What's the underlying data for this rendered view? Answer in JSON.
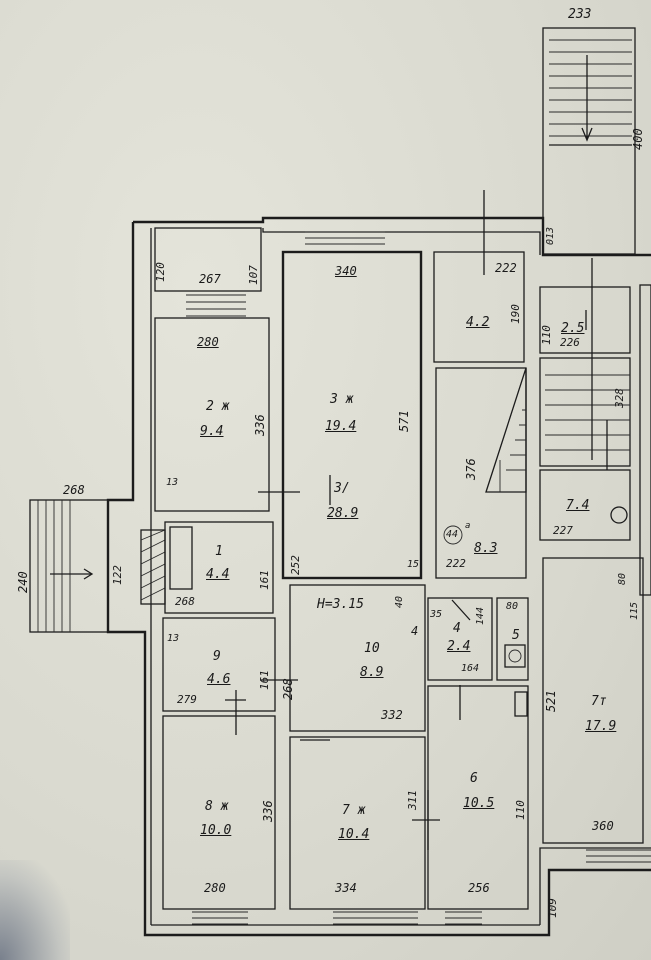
{
  "colors": {
    "paper": "#dcdcd2",
    "ink": "#1c1c1c"
  },
  "rooms": {
    "r1": {
      "num": "1",
      "area": "4.4"
    },
    "r2": {
      "num": "2 ж",
      "area": "9.4"
    },
    "r3": {
      "num": "3 ж",
      "area": "19.4"
    },
    "r3a": {
      "num": "3/",
      "area": "28.9"
    },
    "r4": {
      "num": "4",
      "area": "2.4"
    },
    "r5": {
      "num": "5"
    },
    "r6": {
      "num": "6",
      "area": "10.5"
    },
    "r7": {
      "num": "7 ж",
      "area": "10.4"
    },
    "r7t": {
      "num": "7т",
      "area": "17.9"
    },
    "r8": {
      "num": "8 ж",
      "area": "10.0"
    },
    "r9": {
      "num": "9",
      "area": "4.6"
    },
    "r10": {
      "num": "10",
      "area": "8.9"
    },
    "r42": {
      "area": "4.2"
    },
    "r25": {
      "area": "2.5"
    },
    "r74": {
      "area": "7.4"
    },
    "r83": {
      "num": "44",
      "sup": "а",
      "area": "8.3"
    }
  },
  "ceiling_height": "Н=3.15",
  "dims": {
    "d233": "233",
    "d400": "400",
    "d013": "013",
    "d267": "267",
    "d107a": "107",
    "d120": "120",
    "d280a": "280",
    "d336a": "336",
    "d13a": "13",
    "d340": "340",
    "d571": "571",
    "d252": "252",
    "d15": "15",
    "d222a": "222",
    "d190": "190",
    "d376": "376",
    "d222b": "222",
    "d110": "110",
    "d226": "226",
    "d328": "328",
    "d227": "227",
    "d268top": "268",
    "d240": "240",
    "d268b": "268",
    "d161a": "161",
    "d13b": "13",
    "d279": "279",
    "d161b": "161",
    "d268c": "268",
    "d40": "40",
    "d4": "4",
    "d332": "332",
    "d35": "35",
    "d144": "144",
    "d80a": "80",
    "d164": "164",
    "d80b": "80",
    "d115": "115",
    "d521": "521",
    "d280b": "280",
    "d336b": "336",
    "d334": "334",
    "d311": "311",
    "d256": "256",
    "d110b": "110",
    "d360": "360",
    "d109": "109",
    "d122": "122"
  }
}
